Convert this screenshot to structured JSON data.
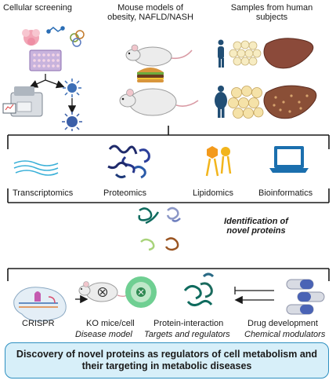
{
  "top": {
    "cellular_screening": "Cellular screening",
    "mouse_models": "Mouse models of obesity, NAFLD/NASH",
    "human_samples": "Samples from human subjects"
  },
  "omics": {
    "transcriptomics": "Transcriptomics",
    "proteomics": "Proteomics",
    "lipidomics": "Lipidomics",
    "bioinformatics": "Bioinformatics"
  },
  "identification": "Identification of novel proteins",
  "bottom": {
    "crispr": "CRISPR",
    "ko_mice": "KO mice/cell",
    "disease_model": "Disease model",
    "protein_interaction": "Protein-interaction",
    "targets_regulators": "Targets and regulators",
    "drug_development": "Drug development",
    "chemical_modulators": "Chemical modulators"
  },
  "banner": "Discovery of novel proteins as regulators of cell metabolism and their targeting in metabolic diseases",
  "colors": {
    "banner_fill": "#d7eff9",
    "banner_border": "#2d8fc0",
    "lipid_yellow": "#f2b51c",
    "laptop_blue": "#1b6fae",
    "protein_navy": "#1f2a6b",
    "protein_teal": "#0f6b5e"
  }
}
